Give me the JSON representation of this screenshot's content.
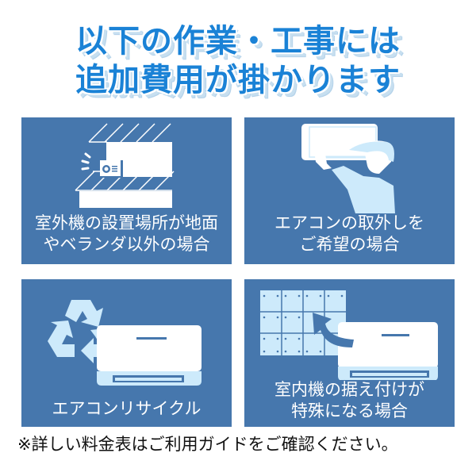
{
  "title": {
    "line1": "以下の作業・工事には",
    "line2": "追加費用が掛かります"
  },
  "panels": [
    {
      "caption_line1": "室外機の設置場所が地面",
      "caption_line2": "やベランダ以外の場合",
      "icon": "outdoor-unit-wall-mount-icon"
    },
    {
      "caption_line1": "エアコンの取外しを",
      "caption_line2": "ご希望の場合",
      "icon": "technician-removing-ac-icon"
    },
    {
      "caption_line1": "エアコンリサイクル",
      "icon": "recycle-ac-icon"
    },
    {
      "caption_line1": "室内機の据え付けが",
      "caption_line2": "特殊になる場合",
      "icon": "special-wall-install-icon"
    }
  ],
  "note": "※詳しい料金表はご利用ガイドをご確認ください。",
  "colors": {
    "title": "#1a82d6",
    "panel_bg": "#4677ad",
    "light_blue": "#cdeafb",
    "white": "#ffffff"
  }
}
